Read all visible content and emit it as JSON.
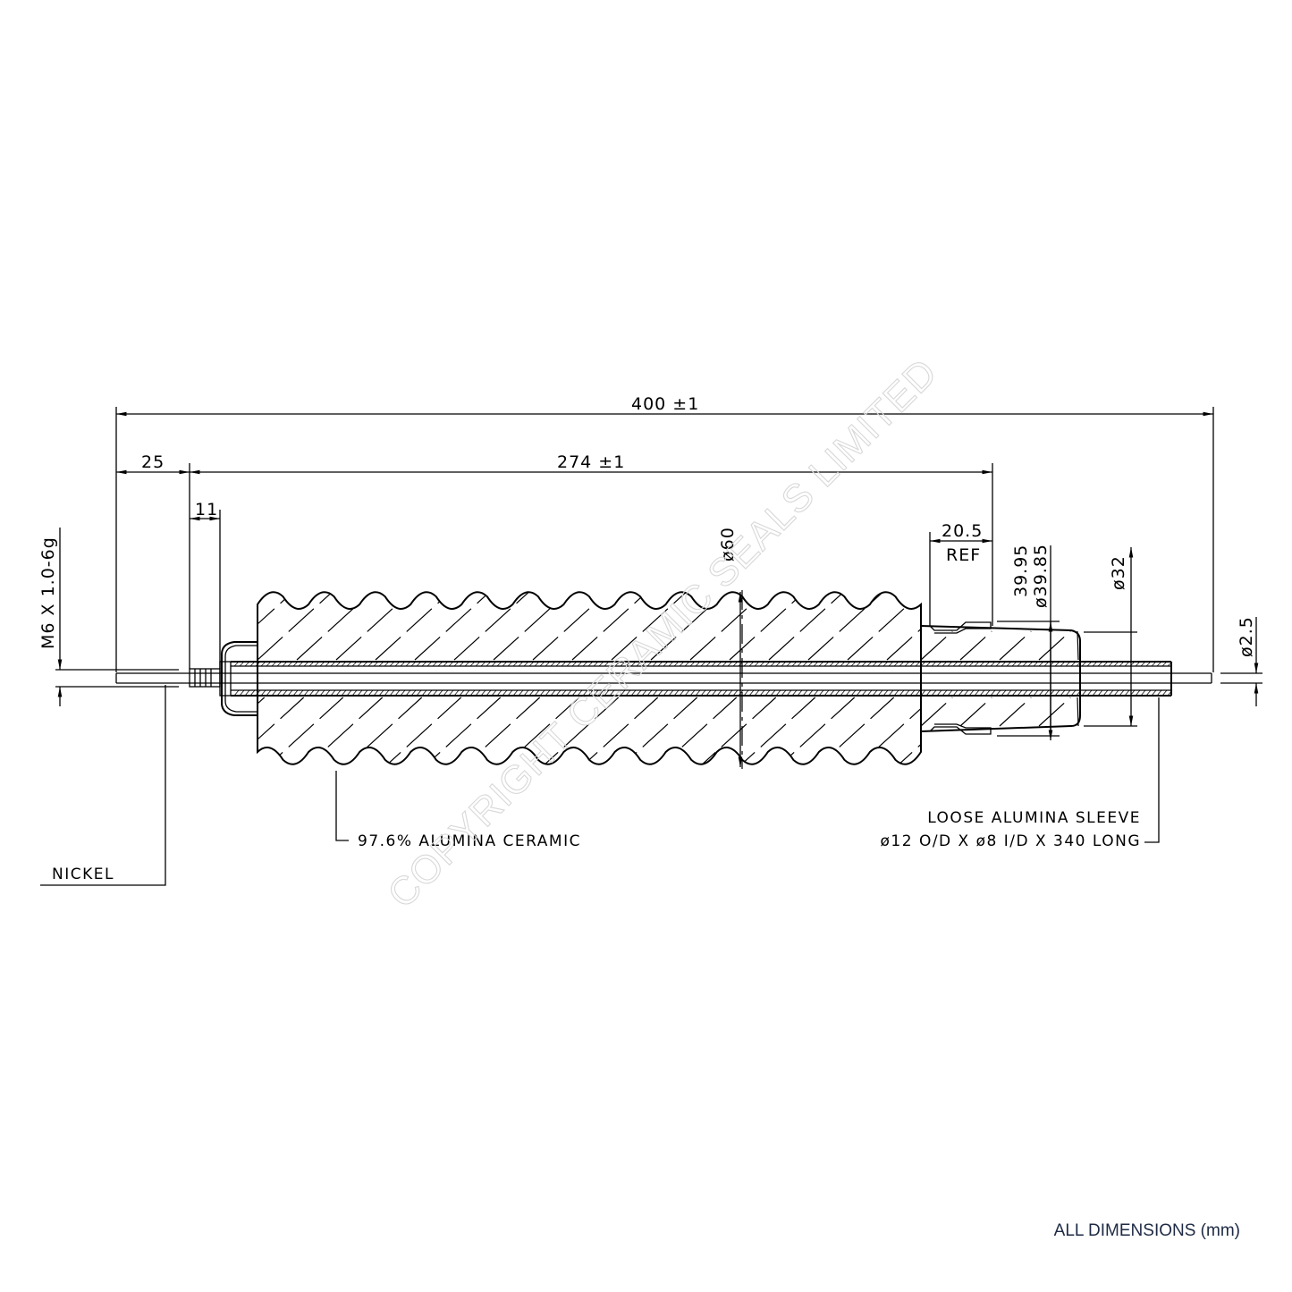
{
  "dimensions": {
    "overall_length": "400  ±1",
    "body_length": "274  ±1",
    "left_offset": "25",
    "cap_width": "11",
    "step_length": "20.5",
    "step_ref": "REF",
    "flange_dia_a": "39.95",
    "flange_dia_b": "ø39.85",
    "body_dia": "ø60",
    "step_dia": "ø32",
    "pin_dia": "ø2.5",
    "thread": "M6 X 1.0-6g"
  },
  "labels": {
    "ceramic": "97.6% ALUMINA CERAMIC",
    "nickel": "NICKEL",
    "sleeve_line1": "LOOSE ALUMINA SLEEVE",
    "sleeve_line2": "ø12 O/D X ø8 I/D X 340 LONG"
  },
  "watermark": "COPYRIGHT CERAMIC SEALS LIMITED",
  "footer": "ALL DIMENSIONS (mm)"
}
